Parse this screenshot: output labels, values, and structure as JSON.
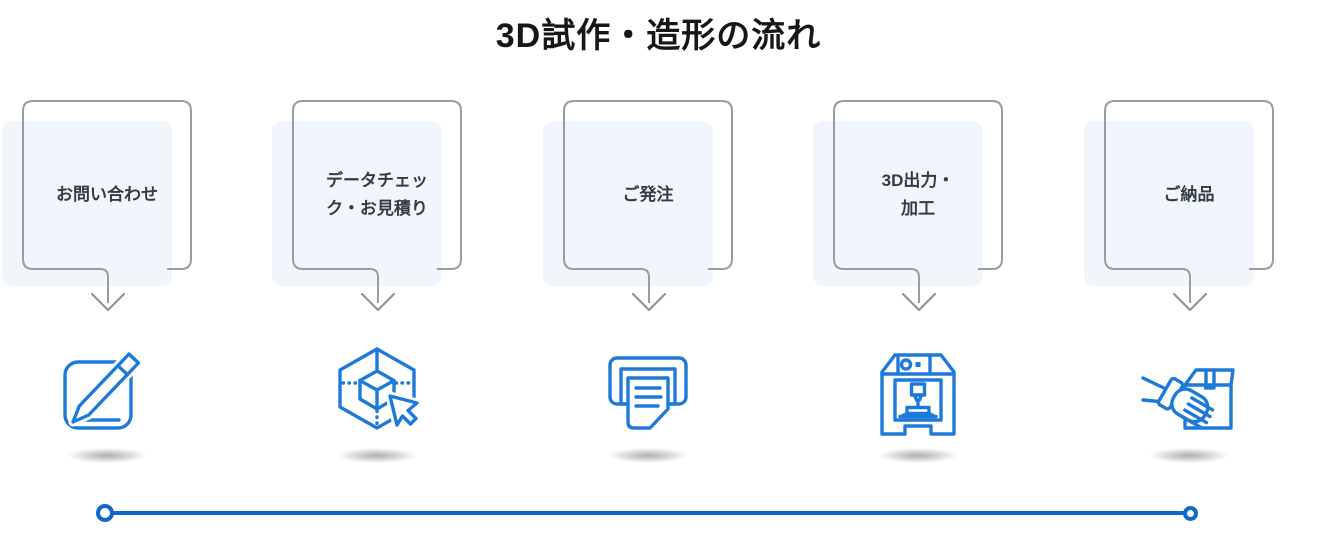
{
  "title": "3D試作・造形の流れ",
  "steps": [
    {
      "label": "お問い合わせ",
      "icon": "edit-pencil-icon"
    },
    {
      "label": "データチェッ\nク・お見積り",
      "icon": "3d-model-cursor-icon"
    },
    {
      "label": "ご発注",
      "icon": "order-print-icon"
    },
    {
      "label": "3D出力・\n加工",
      "icon": "3d-printer-icon"
    },
    {
      "label": "ご納品",
      "icon": "handoff-box-icon"
    }
  ],
  "colors": {
    "icon_blue": "#1e7ad9",
    "timeline_blue": "#0e68cc",
    "card_background": "#f0f6fb",
    "card_border_gray": "#9b9ba3",
    "arrow_gray": "#8f959c",
    "label_text": "#333b45",
    "title_text": "#171717"
  }
}
